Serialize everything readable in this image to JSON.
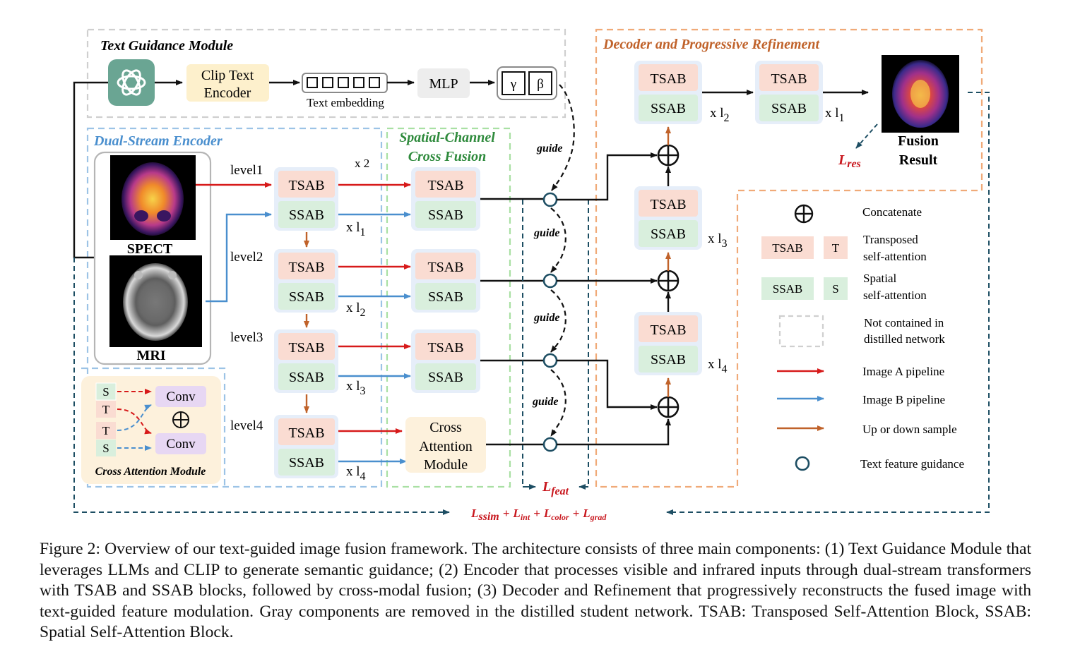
{
  "modules": {
    "text_guidance": "Text Guidance Module",
    "dual_stream": "Dual-Stream Encoder",
    "sccf_line1": "Spatial-Channel",
    "sccf_line2": "Cross Fusion",
    "decoder": "Decoder and Progressive Refinement",
    "cam_title": "Cross Attention Module"
  },
  "text_module": {
    "clip_line1": "Clip Text",
    "clip_line2": "Encoder",
    "embedding_label": "Text embedding",
    "mlp": "MLP",
    "gamma": "γ",
    "beta": "β"
  },
  "inputs": {
    "spect": "SPECT",
    "mri": "MRI"
  },
  "encoder": {
    "levels": [
      "level1",
      "level2",
      "level3",
      "level4"
    ],
    "tsab": "TSAB",
    "ssab": "SSAB",
    "repeat_top": "x 2",
    "repeats": [
      "x l",
      "x l",
      "x l",
      "x l"
    ],
    "repeat_subs": [
      "1",
      "2",
      "3",
      "4"
    ]
  },
  "fusion": {
    "cross_line1": "Cross",
    "cross_line2": "Attention",
    "cross_line3": "Module"
  },
  "guide_label": "guide",
  "decoder": {
    "repeats": [
      "x l",
      "x l",
      "x l",
      "x l"
    ],
    "repeat_subs": [
      "2",
      "1",
      "3",
      "4"
    ],
    "result_line1": "Fusion",
    "result_line2": "Result",
    "l_res": "L",
    "l_res_sub": "res"
  },
  "cam": {
    "s": "S",
    "t": "T",
    "conv": "Conv"
  },
  "losses": {
    "l_feat": "L",
    "l_feat_sub": "feat",
    "total_parts": [
      {
        "base": "L",
        "sub": "ssim"
      },
      {
        "base": "L",
        "sub": "int"
      },
      {
        "base": "L",
        "sub": "color"
      },
      {
        "base": "L",
        "sub": "grad"
      }
    ],
    "plus": "+"
  },
  "legend": [
    {
      "label": "Concatenate"
    },
    {
      "chips": [
        "TSAB",
        "T"
      ],
      "line1": "Transposed",
      "line2": "self-attention"
    },
    {
      "chips": [
        "SSAB",
        "S"
      ],
      "line1": "Spatial",
      "line2": "self-attention"
    },
    {
      "line1": "Not contained in",
      "line2": "distilled network"
    },
    {
      "label": "Image A pipeline"
    },
    {
      "label": "Image B pipeline"
    },
    {
      "label": "Up or down sample"
    },
    {
      "label": "Text feature guidance"
    }
  ],
  "caption": "Figure 2: Overview of our text-guided image fusion framework. The architecture consists of three main components: (1) Text Guidance Module that leverages LLMs and CLIP to generate semantic guidance; (2) Encoder that processes visible and infrared inputs through dual-stream transformers with TSAB and SSAB blocks, followed by cross-modal fusion; (3) Decoder and Refinement that progressively reconstructs the fused image with text-guided feature modulation. Gray components are removed in the distilled student network. TSAB: Transposed Self-Attention Block, SSAB: Spatial Self-Attention Block.",
  "colors": {
    "tsab_fill": "#fadcd2",
    "ssab_fill": "#d9efdd",
    "block_bg": "#e6eef9",
    "red": "#d71a1a",
    "blue": "#4a8fce",
    "orange": "#c0622a",
    "teal": "#1d4e63",
    "loss_red": "#c8161d",
    "clip_fill": "#fdf0cc",
    "conv_fill": "#e7d7f3",
    "cam_fill": "#fdf1dc",
    "gpt_green": "#6aa593"
  }
}
